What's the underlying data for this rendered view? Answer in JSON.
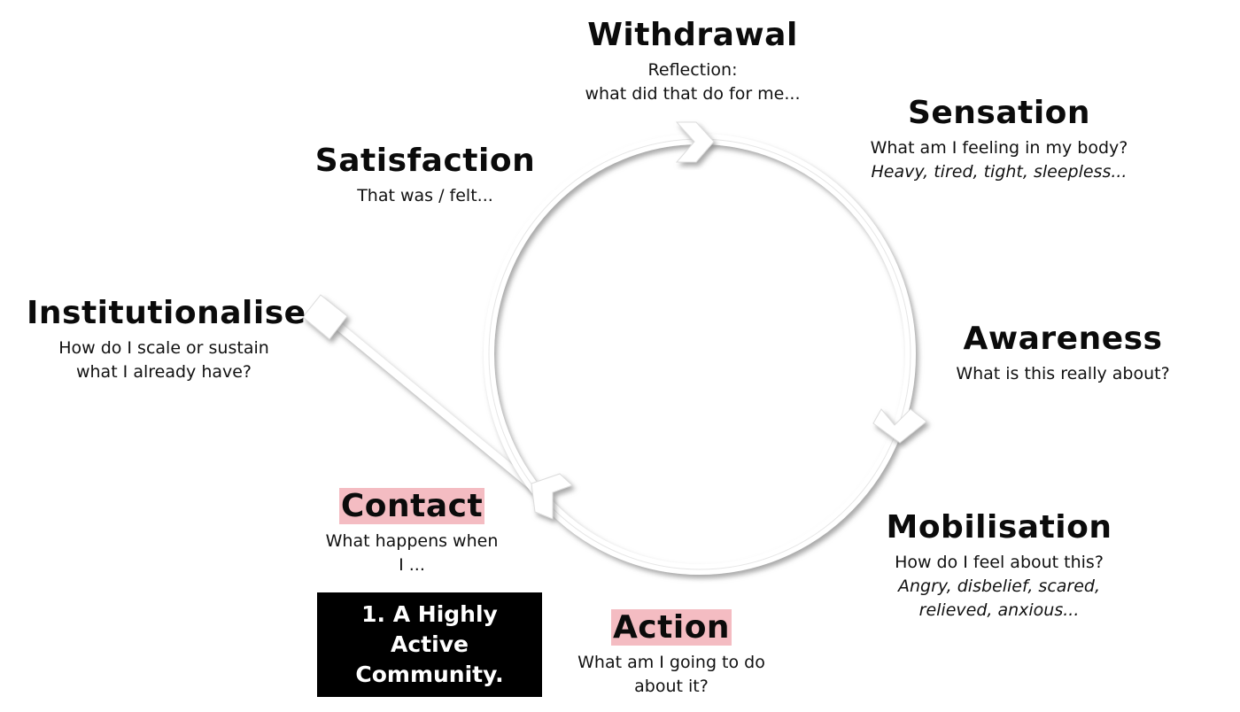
{
  "diagram": {
    "type": "cycle",
    "colors": {
      "ring": "#ffffff",
      "ring_shadow": "#9a9a9a",
      "highlight": "#f4bcc2",
      "box_bg": "#000000",
      "box_text": "#ffffff"
    },
    "stages": {
      "withdrawal": {
        "title": "Withdrawal",
        "lines": [
          "Reflection:",
          "what did that do for me..."
        ]
      },
      "sensation": {
        "title": "Sensation",
        "lines": [
          "What am I feeling in my body?"
        ],
        "italic": "Heavy, tired, tight, sleepless..."
      },
      "awareness": {
        "title": "Awareness",
        "lines": [
          "What is this really about?"
        ]
      },
      "mobilisation": {
        "title": "Mobilisation",
        "lines": [
          "How do I feel about this?"
        ],
        "italic": [
          "Angry, disbelief, scared,",
          "relieved, anxious..."
        ]
      },
      "action": {
        "title": "Action",
        "highlighted": true,
        "lines": [
          "What am I going to do",
          "about it?"
        ]
      },
      "contact": {
        "title": "Contact",
        "highlighted": true,
        "lines": [
          "What happens when",
          "I ..."
        ]
      },
      "satisfaction": {
        "title": "Satisfaction",
        "lines": [
          "That was / felt..."
        ]
      },
      "institutionalise": {
        "title": "Institutionalise",
        "lines": [
          "How do I scale or sustain",
          "what I already have?"
        ]
      }
    },
    "callout": {
      "lines": [
        "1. A Highly",
        "Active",
        "Community."
      ]
    },
    "icons": [
      "arrowhead-top-icon",
      "arrowhead-right-icon",
      "arrowhead-left-icon",
      "branch-diamond-icon"
    ]
  }
}
